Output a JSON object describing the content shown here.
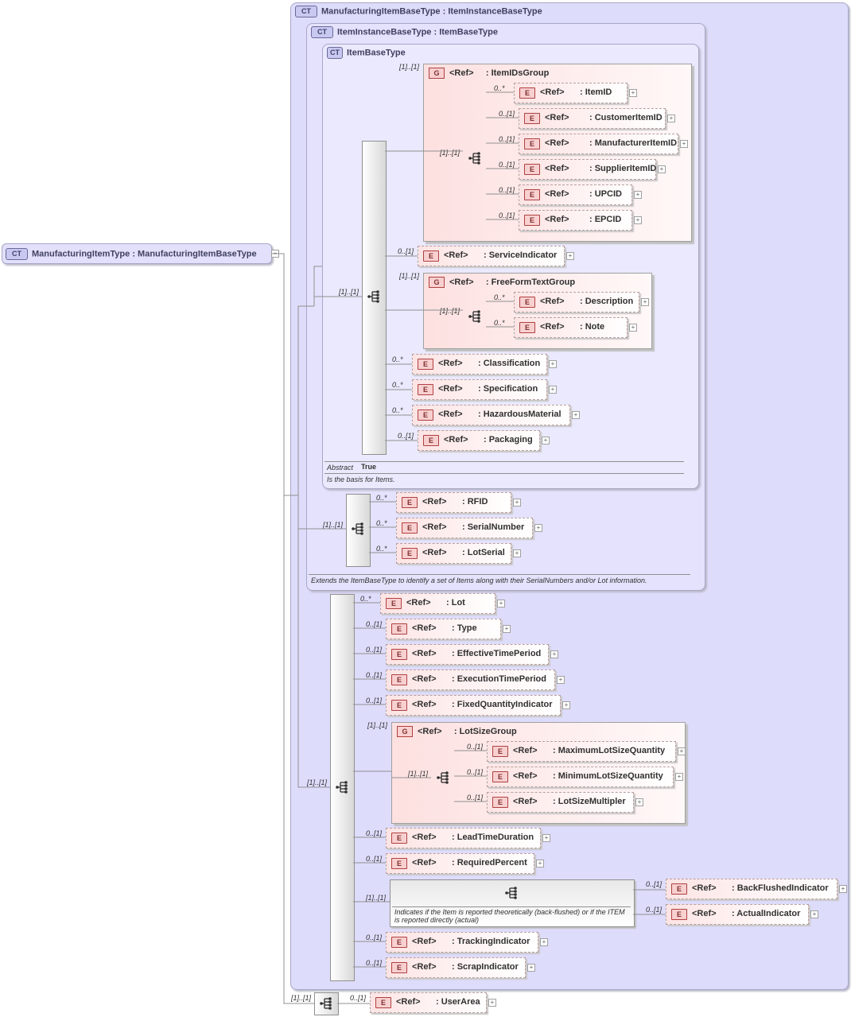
{
  "root": {
    "icon": "CT",
    "label": "ManufacturingItemType",
    "base": ": ManufacturingItemBaseType"
  },
  "ct_mfg": {
    "icon": "CT",
    "label": "ManufacturingItemBaseType",
    "base": ": ItemInstanceBaseType"
  },
  "ct_instance": {
    "icon": "CT",
    "label": "ItemInstanceBaseType",
    "base": ": ItemBaseType",
    "doc": "Extends the ItemBaseType to identify a set of Items along with their SerialNumbers and/or Lot information."
  },
  "ct_item": {
    "icon": "CT",
    "label": "ItemBaseType",
    "abstract_label": "Abstract",
    "abstract_value": "True",
    "doc": "Is the basis for Items."
  },
  "ref": "<Ref>",
  "tag_e": "E",
  "tag_g": "G",
  "groups": {
    "itemids": {
      "name": ": ItemIDsGroup",
      "card": "[1]..[1]",
      "seq_card": "[1]..[1]"
    },
    "freeform": {
      "name": ": FreeFormTextGroup",
      "card": "[1]..[1]",
      "seq_card": "[1]..[1]"
    },
    "lotsize": {
      "name": ": LotSizeGroup",
      "card": "[1]..[1]",
      "seq_card": "[1]..[1]"
    }
  },
  "cards": {
    "item_seq": "[1]..[1]",
    "inst_seq": "[1]..[1]",
    "mfg_seq": "[1]..[1]",
    "root_seq": "[1]..[1]",
    "choice": "[1]..[1]"
  },
  "choice_doc": "Indicates if the Item is reported theoretically (back-flushed) or if the ITEM is reported directly (actual)",
  "elements": [
    {
      "name": ": ItemID",
      "card": "0..*"
    },
    {
      "name": ": CustomerItemID",
      "card": "0..[1]"
    },
    {
      "name": ": ManufacturerItemID",
      "card": "0..[1]"
    },
    {
      "name": ": SupplierItemID",
      "card": "0..[1]"
    },
    {
      "name": ": UPCID",
      "card": "0..[1]"
    },
    {
      "name": ": EPCID",
      "card": "0..[1]"
    },
    {
      "name": ": ServiceIndicator",
      "card": "0..[1]"
    },
    {
      "name": ": Description",
      "card": "0..*"
    },
    {
      "name": ": Note",
      "card": "0..*"
    },
    {
      "name": ": Classification",
      "card": "0..*"
    },
    {
      "name": ": Specification",
      "card": "0..*"
    },
    {
      "name": ": HazardousMaterial",
      "card": "0..*"
    },
    {
      "name": ": Packaging",
      "card": "0..[1]"
    },
    {
      "name": ": RFID",
      "card": "0..*"
    },
    {
      "name": ": SerialNumber",
      "card": "0..*"
    },
    {
      "name": ": LotSerial",
      "card": "0..*"
    },
    {
      "name": ": Lot",
      "card": "0..*"
    },
    {
      "name": ": Type",
      "card": "0..[1]"
    },
    {
      "name": ": EffectiveTimePeriod",
      "card": "0..[1]"
    },
    {
      "name": ": ExecutionTimePeriod",
      "card": "0..[1]"
    },
    {
      "name": ": FixedQuantityIndicator",
      "card": "0..[1]"
    },
    {
      "name": ": MaximumLotSizeQuantity",
      "card": "0..[1]"
    },
    {
      "name": ": MinimumLotSizeQuantity",
      "card": "0..[1]"
    },
    {
      "name": ": LotSizeMultipler",
      "card": "0..[1]"
    },
    {
      "name": ": LeadTimeDuration",
      "card": "0..[1]"
    },
    {
      "name": ": RequiredPercent",
      "card": "0..[1]"
    },
    {
      "name": ": BackFlushedIndicator",
      "card": "0..[1]"
    },
    {
      "name": ": ActualIndicator",
      "card": "0..[1]"
    },
    {
      "name": ": TrackingIndicator",
      "card": "0..[1]"
    },
    {
      "name": ": ScrapIndicator",
      "card": "0..[1]"
    },
    {
      "name": ": UserArea",
      "card": "0..[1]"
    }
  ]
}
